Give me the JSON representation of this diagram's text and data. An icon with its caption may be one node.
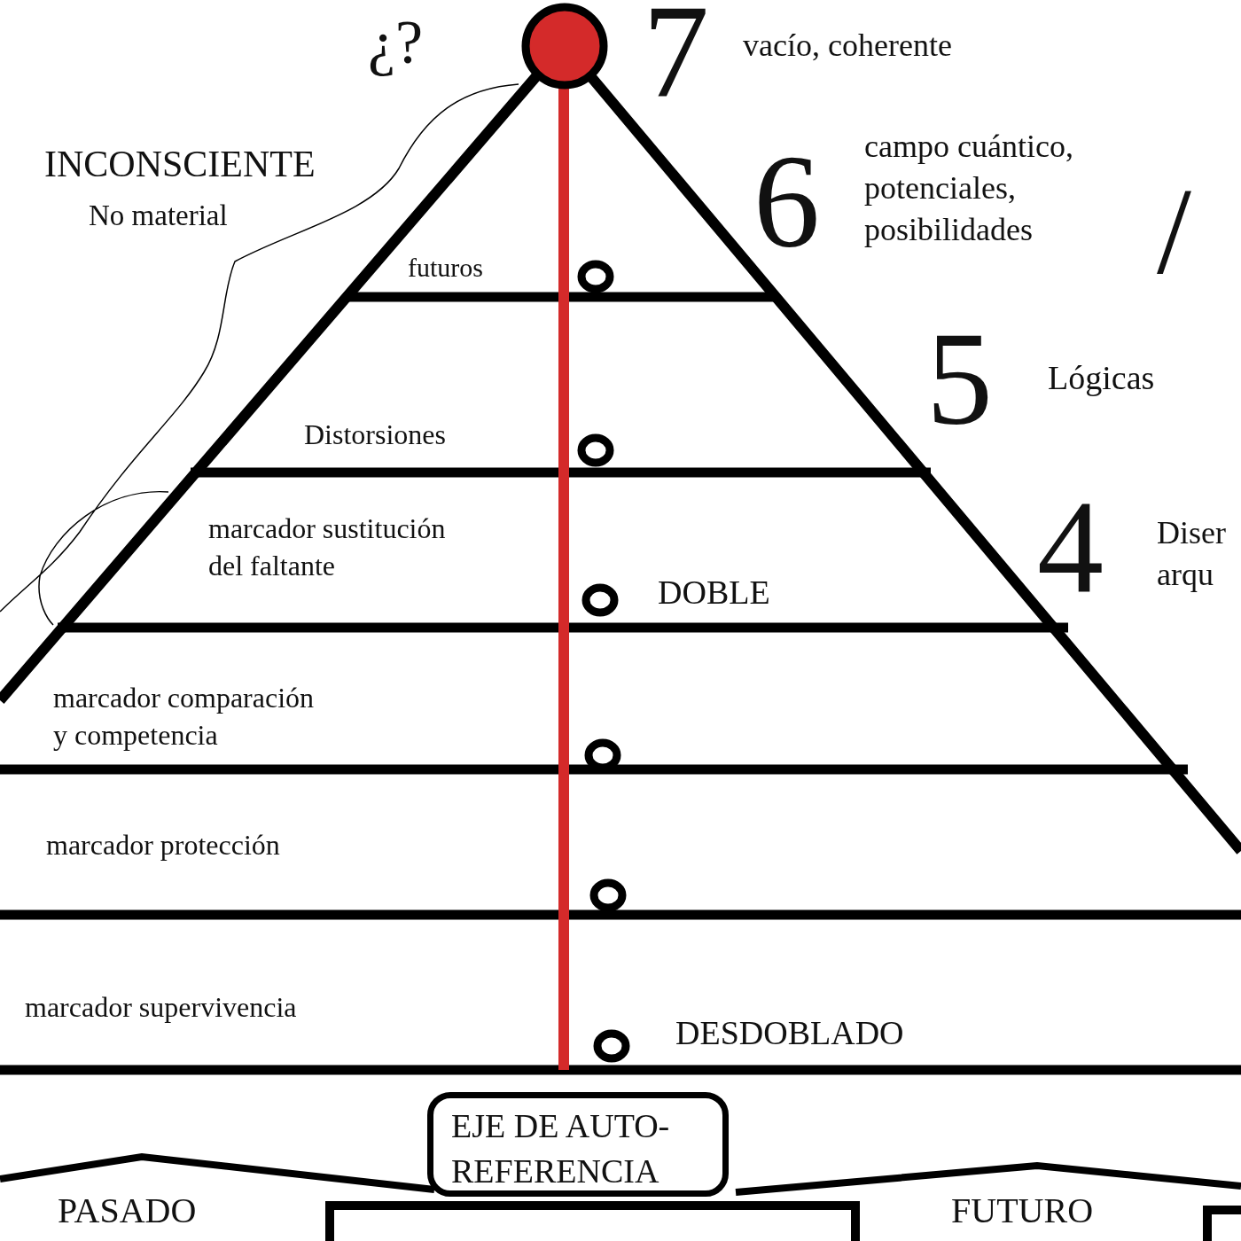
{
  "diagram": {
    "nodes": [
      {
        "text": [
          "EJE DE AUTO- REFERENCIA"
        ]
      }
    ],
    "labels": [
      "¿?",
      "7",
      "vacío, coherente",
      "INCONSCIENTE",
      "No material",
      "6",
      "campo cuántico, potenciales, posibilidades",
      "/",
      "5",
      "Lógicas",
      "futuros",
      "Distorsiones",
      "marcador sustitución del faltante",
      "4",
      "Diser arqu",
      "DOBLE",
      "marcador comparación y competencia",
      "marcador protección",
      "marcador supervivencia",
      "DESDOBLADO",
      "PASADO",
      "FUTURO"
    ]
  }
}
